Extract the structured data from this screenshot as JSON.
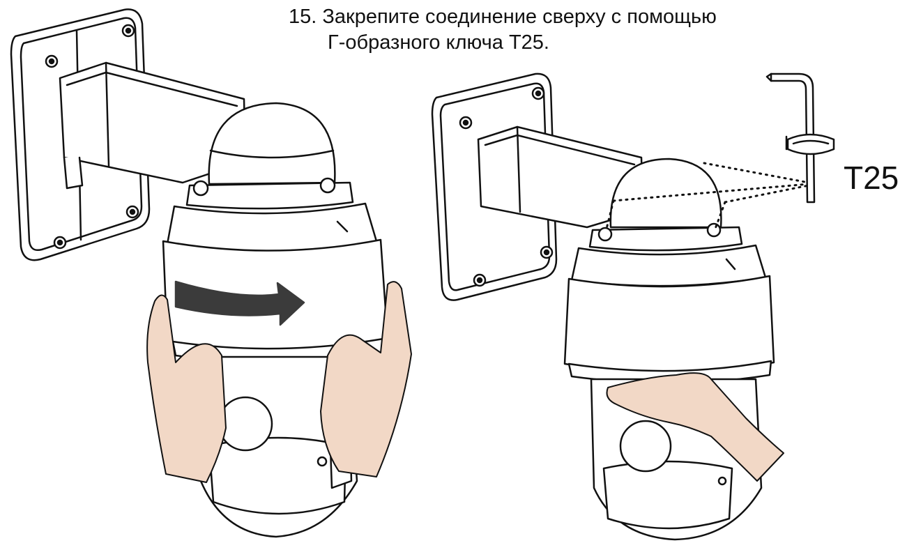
{
  "instruction": {
    "line1": "15. Закрепите соединение сверху с помощью",
    "line2": "Г-образного ключа T25."
  },
  "wrench_label": "T25",
  "colors": {
    "line": "#111111",
    "skin": "#f2d8c6",
    "arrow": "#3b3b3b",
    "body": "#ffffff"
  }
}
